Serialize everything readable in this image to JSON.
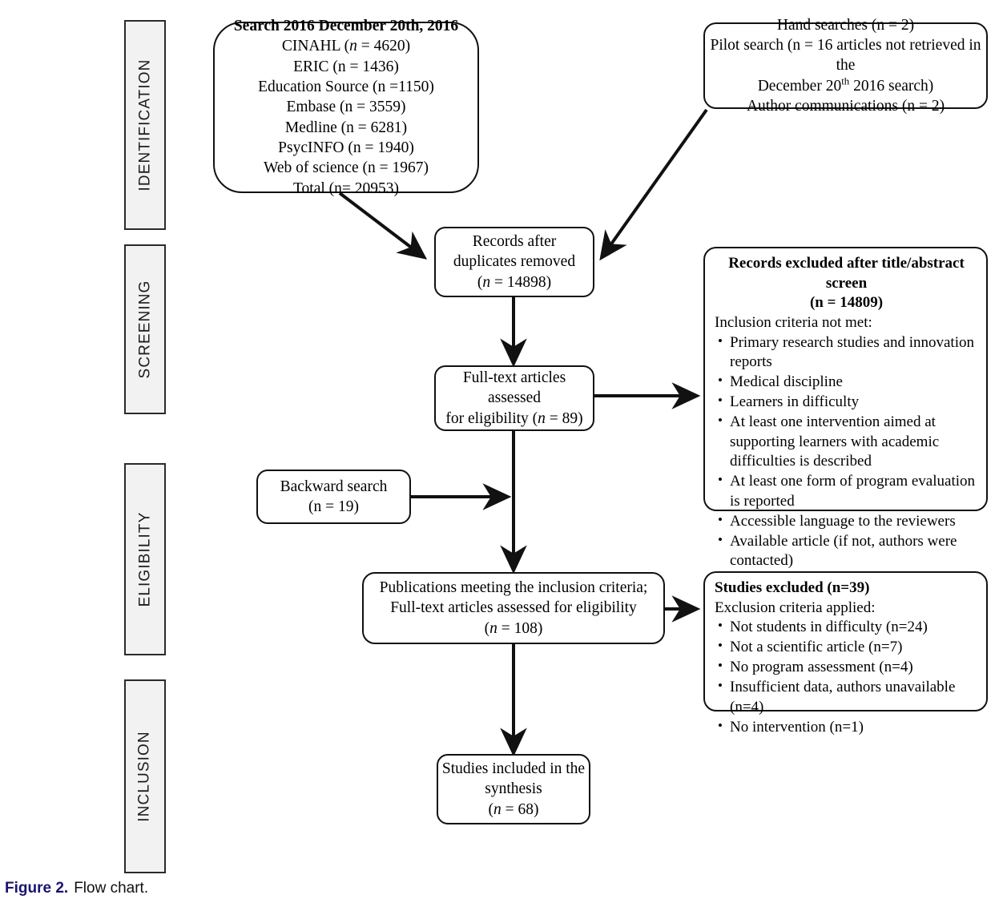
{
  "figure": {
    "number_label": "Figure 2.",
    "caption_text": "Flow chart.",
    "number_color": "#19146e"
  },
  "stages": [
    {
      "label": "IDENTIFICATION"
    },
    {
      "label": "SCREENING"
    },
    {
      "label": "ELIGIBILITY"
    },
    {
      "label": "INCLUSION"
    }
  ],
  "nodes": {
    "search": {
      "title": "Search 2016 December 20th, 2016",
      "lines": [
        "CINAHL (n = 4620)",
        "ERIC (n = 1436)",
        "Education Source (n =1150)",
        "Embase (n = 3559)",
        "Medline (n = 6281)",
        "PsycINFO (n = 1940)",
        "Web of science (n = 1967)",
        "Total (n= 20953)"
      ]
    },
    "additional": {
      "line1": "Hand searches (n = 2)",
      "line2a": "Pilot search (n = 16 articles not retrieved in the",
      "line2b_pre": "December 20",
      "line2b_sup": "th",
      "line2b_post": " 2016 search)",
      "line3": "Author communications (n = 2)"
    },
    "duplicates": {
      "line1": "Records after",
      "line2": "duplicates removed",
      "count": "(n = 14898)"
    },
    "fulltext": {
      "line1": "Full-text articles assessed",
      "line2_pre": "for eligibility (",
      "line2_n": "n",
      "line2_post": " = 89)"
    },
    "backward": {
      "line1": "Backward search",
      "line2": "(n = 19)"
    },
    "publications": {
      "line1": "Publications meeting the inclusion criteria;",
      "line2": "Full-text articles assessed for eligibility",
      "count": "(n = 108)"
    },
    "included": {
      "line1": "Studies included in the",
      "line2": "synthesis",
      "count": "(n = 68)"
    },
    "records_excluded": {
      "title_line1": "Records excluded after title/abstract screen",
      "title_line2": "(n = 14809)",
      "subtitle": "Inclusion criteria not met:",
      "items": [
        "Primary research studies and innovation reports",
        "Medical discipline",
        "Learners in difficulty",
        "At least one intervention aimed at supporting learners with academic difficulties is described",
        "At least one form of program evaluation is reported",
        "Accessible language to the reviewers",
        "Available article (if not, authors were contacted)"
      ]
    },
    "studies_excluded": {
      "title": "Studies excluded (n=39)",
      "subtitle": "Exclusion criteria applied:",
      "items": [
        "Not students in difficulty (n=24)",
        "Not a scientific article (n=7)",
        "No program assessment (n=4)",
        "Insufficient data, authors unavailable (n=4)",
        "No intervention (n=1)"
      ]
    }
  },
  "chart_data": {
    "type": "diagram",
    "title": "PRISMA flow chart",
    "stages": [
      "IDENTIFICATION",
      "SCREENING",
      "ELIGIBILITY",
      "INCLUSION"
    ],
    "counts": {
      "CINAHL": 4620,
      "ERIC": 1436,
      "Education Source": 1150,
      "Embase": 3559,
      "Medline": 6281,
      "PsycINFO": 1940,
      "Web of science": 1967,
      "Total identified": 20953,
      "Hand searches": 2,
      "Pilot search": 16,
      "Author communications": 2,
      "Records after duplicates removed": 14898,
      "Records excluded after title/abstract screen": 14809,
      "Full-text articles assessed for eligibility": 89,
      "Backward search": 19,
      "Publications meeting inclusion criteria": 108,
      "Studies excluded": 39,
      "Studies included in synthesis": 68
    },
    "exclusion_breakdown": {
      "Not students in difficulty": 24,
      "Not a scientific article": 7,
      "No program assessment": 4,
      "Insufficient data, authors unavailable": 4,
      "No intervention": 1
    }
  }
}
